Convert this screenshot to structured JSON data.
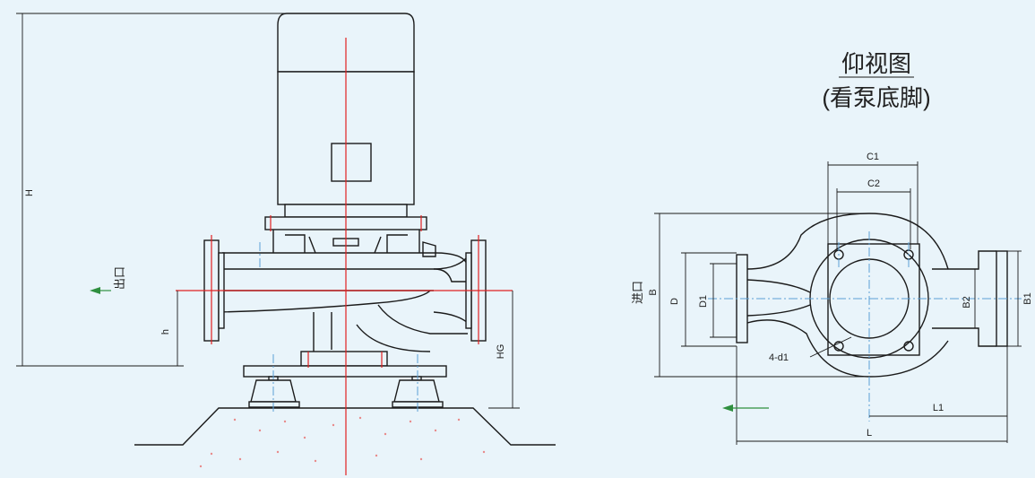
{
  "diagram": {
    "bottom_view_title": "仰视图",
    "bottom_view_subtitle": "(看泵底脚)",
    "outlet_label": "出口",
    "inlet_label": "进口",
    "dimensions": {
      "H": "H",
      "h": "h",
      "HG": "HG",
      "B": "B",
      "D": "D",
      "D1": "D1",
      "C1": "C1",
      "C2": "C2",
      "B1": "B1",
      "B2": "B2",
      "L": "L",
      "L1": "L1",
      "holes": "4-d1"
    }
  },
  "colors": {
    "background": "#e9f4fa",
    "outline": "#1b1b1b",
    "centerline_red": "#e02020",
    "centerline_blue": "#5aa0d6",
    "arrow_green": "#2f8f3f"
  }
}
